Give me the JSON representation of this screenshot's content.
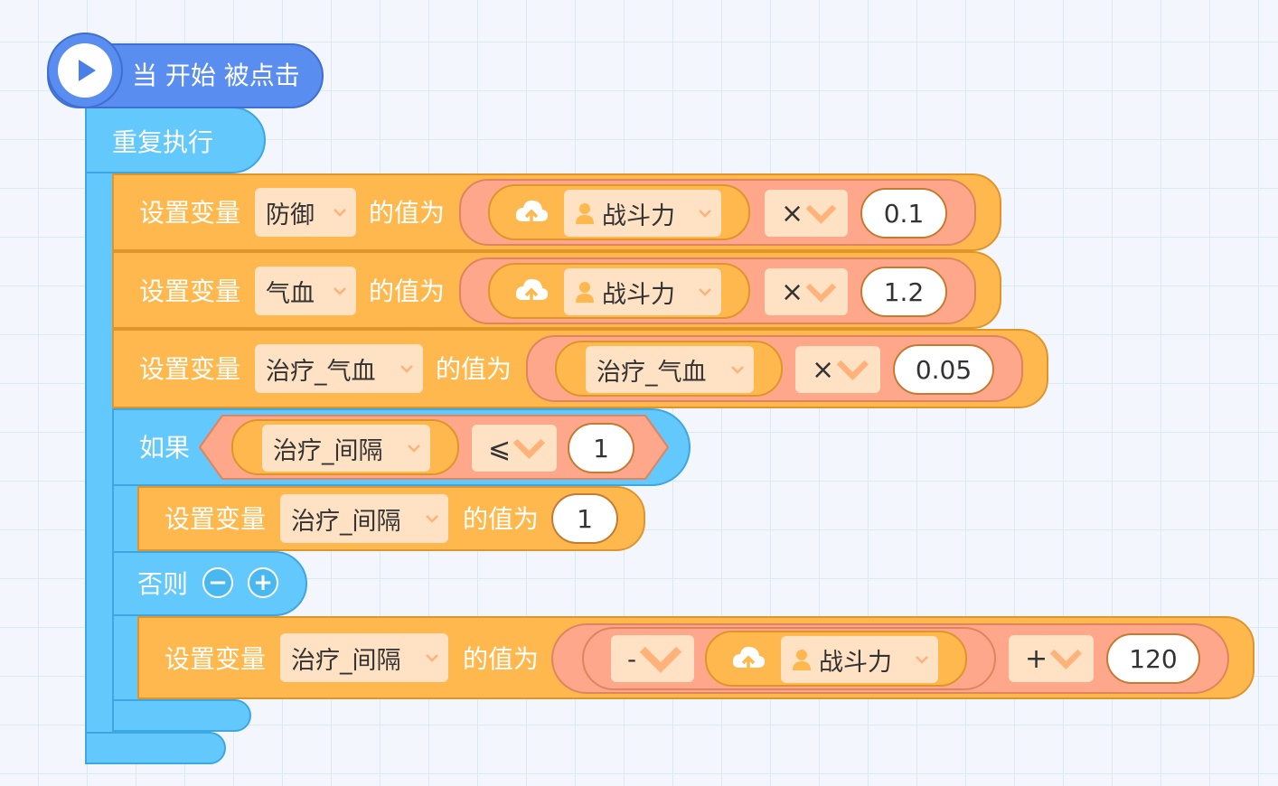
{
  "hat": {
    "label": "当 开始 被点击",
    "icon": "play-icon"
  },
  "loop": {
    "label": "重复执行"
  },
  "set_label": "设置变量",
  "value_label": "的值为",
  "blocks": [
    {
      "var": "防御",
      "source_var": "战斗力",
      "op": "×",
      "value": "0.1"
    },
    {
      "var": "气血",
      "source_var": "战斗力",
      "op": "×",
      "value": "1.2"
    },
    {
      "var": "治疗_气血",
      "source_var": "治疗_气血",
      "op": "×",
      "value": "0.05"
    }
  ],
  "if_block": {
    "label": "如果",
    "cond_var": "治疗_间隔",
    "cond_op": "⩽",
    "cond_value": "1",
    "then_var": "治疗_间隔",
    "then_value": "1",
    "else_label": "否则",
    "else_minus": "−",
    "else_plus": "+",
    "else_var": "治疗_间隔",
    "else_unary": "-",
    "else_source_var": "战斗力",
    "else_op": "+",
    "else_value": "120"
  },
  "colors": {
    "hat": "#5a8df0",
    "control": "#63c8fb",
    "data": "#ffb84d",
    "operator": "#ffa78a"
  }
}
